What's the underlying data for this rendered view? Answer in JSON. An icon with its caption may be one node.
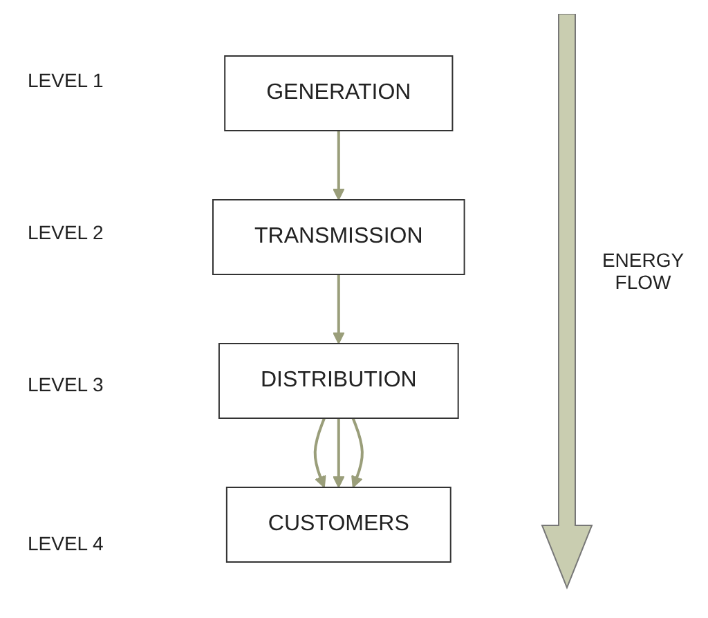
{
  "diagram": {
    "nodes": [
      {
        "text": [
          "GENERATION"
        ]
      },
      {
        "text": [
          "TRANSMISSION"
        ]
      },
      {
        "text": [
          "DISTRIBUTION"
        ]
      },
      {
        "text": [
          "CUSTOMERS"
        ]
      }
    ],
    "edges": [
      {
        "from": 0,
        "to": 1,
        "arrow": "to"
      },
      {
        "from": 1,
        "to": 2,
        "arrow": "to"
      },
      {
        "from": 2,
        "to": 3,
        "arrow": "to"
      },
      {
        "from": 2,
        "to": 3,
        "arrow": "to"
      },
      {
        "from": 2,
        "to": 3,
        "arrow": "to"
      }
    ],
    "labels": [
      "LEVEL 1",
      "LEVEL 2",
      "LEVEL 3",
      "LEVEL 4",
      "ENERGY FLOW"
    ]
  }
}
